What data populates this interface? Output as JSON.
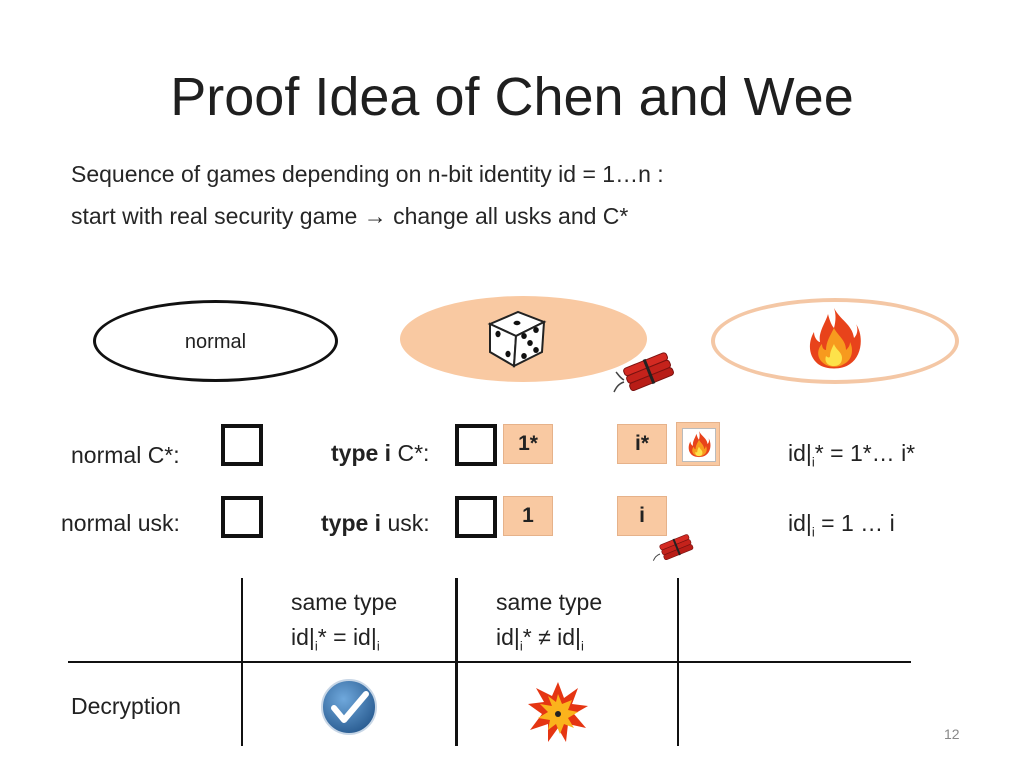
{
  "title": "Proof Idea of Chen and Wee",
  "subtitle": {
    "line1": "Sequence of games depending on n-bit identity id = 1…n :",
    "line2": "start with real security game → change all usks and C*"
  },
  "states": {
    "normal": "normal"
  },
  "rows": {
    "normal_c_label": "normal C*:",
    "normal_usk_label": "normal usk:",
    "type_bold": "type i",
    "type_c_rest": " C*:",
    "type_usk_rest": " usk:",
    "tag_c_1": "1*",
    "tag_c_i": "i*",
    "tag_usk_1": "1",
    "tag_usk_i": "i",
    "formula_c_a": "id|",
    "formula_c_sub": "i",
    "formula_c_b": "* = 1*… i*",
    "formula_usk_a": "id|",
    "formula_usk_sub": "i",
    "formula_usk_b": " = 1 … i"
  },
  "table": {
    "col1_line1": "same type",
    "col1_line2_a": "id|",
    "col1_line2_sub1": "i",
    "col1_line2_b": "* =  id|",
    "col1_line2_sub2": "i",
    "col2_line1": "same type",
    "col2_line2_a": "id|",
    "col2_line2_sub1": "i",
    "col2_line2_b": "* ≠  id|",
    "col2_line2_sub2": "i",
    "row_label": "Decryption"
  },
  "page_number": "12",
  "colors": {
    "accent_fill": "#f9c9a2",
    "accent_border": "#f4c7a5",
    "check_blue": "#3d78b5"
  },
  "icons": [
    "dice-icon",
    "dynamite-icon",
    "fire-icon",
    "checkmark-icon",
    "explosion-icon"
  ]
}
